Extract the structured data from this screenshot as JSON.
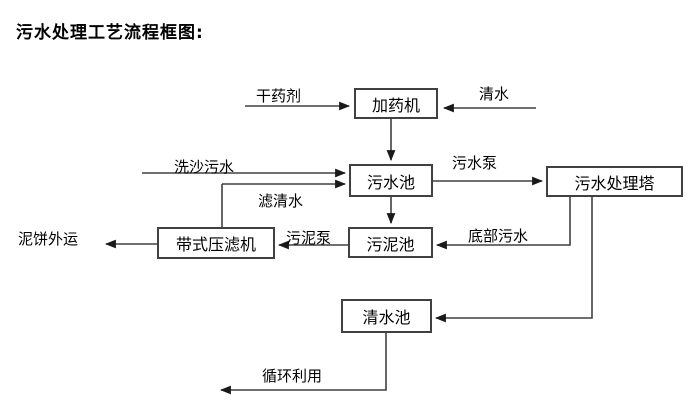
{
  "title": "污水处理工艺流程框图:",
  "diagram": {
    "nodes": [
      {
        "id": "dosing-machine",
        "label": "加药机"
      },
      {
        "id": "sewage-pool",
        "label": "污水池"
      },
      {
        "id": "sewage-treatment-tower",
        "label": "污水处理塔"
      },
      {
        "id": "sludge-pool",
        "label": "污泥池"
      },
      {
        "id": "belt-filter-press",
        "label": "带式压滤机"
      },
      {
        "id": "clean-water-pool",
        "label": "清水池"
      }
    ],
    "edge_labels": [
      {
        "id": "dry-chemical",
        "label": "干药剂"
      },
      {
        "id": "clean-water",
        "label": "清水"
      },
      {
        "id": "sand-washing-sewage",
        "label": "洗沙污水"
      },
      {
        "id": "sewage-pump",
        "label": "污水泵"
      },
      {
        "id": "filtered-water",
        "label": "滤清水"
      },
      {
        "id": "sludge-pump",
        "label": "污泥泵"
      },
      {
        "id": "bottom-sewage",
        "label": "底部污水"
      },
      {
        "id": "mud-cake-transport",
        "label": "泥饼外运"
      },
      {
        "id": "recycle-use",
        "label": "循环利用"
      }
    ],
    "colors": {
      "line": "#404040",
      "arrow": "#1a1a1a",
      "text": "#000000",
      "background": "#ffffff"
    }
  }
}
